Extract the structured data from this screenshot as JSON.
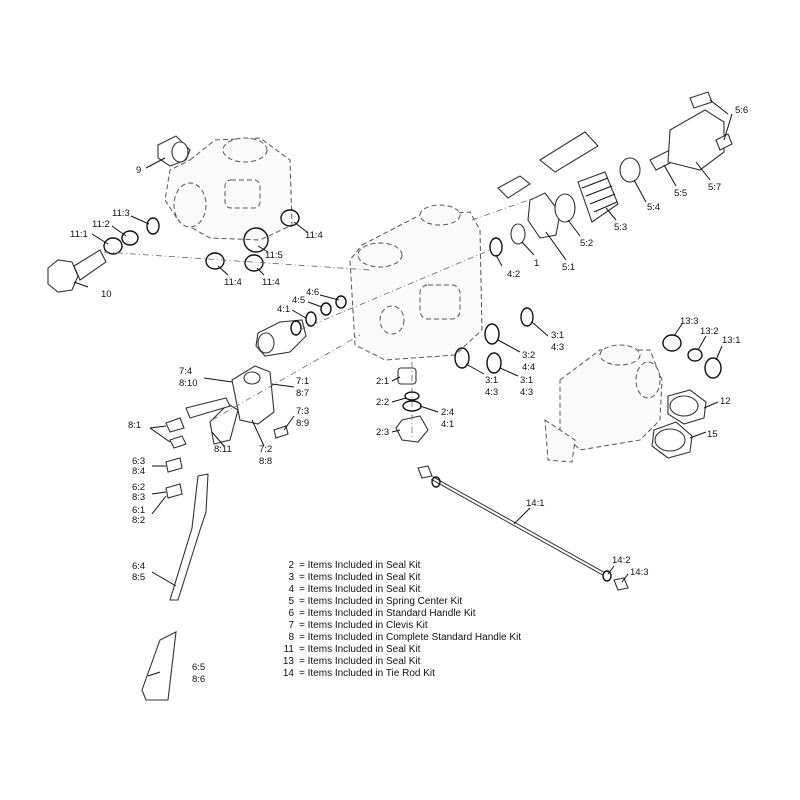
{
  "callouts": {
    "c9": "9",
    "c10": "10",
    "c11_1": "11:1",
    "c11_2": "11:2",
    "c11_3": "11:3",
    "c11_4a": "11:4",
    "c11_5": "11:5",
    "c11_4b": "11:4",
    "c11_4c": "11:4",
    "c4_6": "4:6",
    "c4_5": "4:5",
    "c4_1": "4:1",
    "c4_2": "4:2",
    "c1": "1",
    "c5_1": "5:1",
    "c5_2": "5:2",
    "c5_3": "5:3",
    "c5_4": "5:4",
    "c5_5": "5:5",
    "c5_6": "5:6",
    "c5_7": "5:7",
    "c3_1a": "3:1",
    "c4_3a": "4:3",
    "c3_2": "3:2",
    "c4_4": "4:4",
    "c3_1b": "3:1",
    "c4_3b": "4:3",
    "c3_1c": "3:1",
    "c4_3c": "4:3",
    "c13_3": "13:3",
    "c13_2": "13:2",
    "c13_1": "13:1",
    "c12": "12",
    "c15": "15",
    "c7_4": "7:4",
    "c8_10": "8:10",
    "c7_1": "7:1",
    "c8_7": "8:7",
    "c7_3": "7:3",
    "c8_9": "8:9",
    "c2_1": "2:1",
    "c2_2": "2:2",
    "c2_4": "2:4",
    "c4_1b": "4:1",
    "c2_3": "2:3",
    "c8_1": "8:1",
    "c8_11": "8:11",
    "c7_2": "7:2",
    "c8_8": "8:8",
    "c6_3": "6:3",
    "c8_4": "8:4",
    "c6_2": "6:2",
    "c8_3": "8:3",
    "c6_1": "6:1",
    "c8_2": "8:2",
    "c6_4": "6:4",
    "c8_5": "8:5",
    "c6_5": "6:5",
    "c8_6": "8:6",
    "c14_1": "14:1",
    "c14_2": "14:2",
    "c14_3": "14:3"
  },
  "legend": [
    {
      "num": "2",
      "text": "= Items Included in Seal Kit"
    },
    {
      "num": "3",
      "text": "= Items Included in Seal Kit"
    },
    {
      "num": "4",
      "text": "= Items Included in Seal Kit"
    },
    {
      "num": "5",
      "text": "= Items Included in Spring Center Kit"
    },
    {
      "num": "6",
      "text": "= Items Included in Standard Handle Kit"
    },
    {
      "num": "7",
      "text": "= Items Included in Clevis Kit"
    },
    {
      "num": "8",
      "text": "= Items Included in Complete Standard Handle Kit"
    },
    {
      "num": "11",
      "text": "= Items Included in Seal Kit"
    },
    {
      "num": "13",
      "text": "= Items Included in Seal Kit"
    },
    {
      "num": "14",
      "text": "= Items Included in Tie Rod Kit"
    }
  ]
}
